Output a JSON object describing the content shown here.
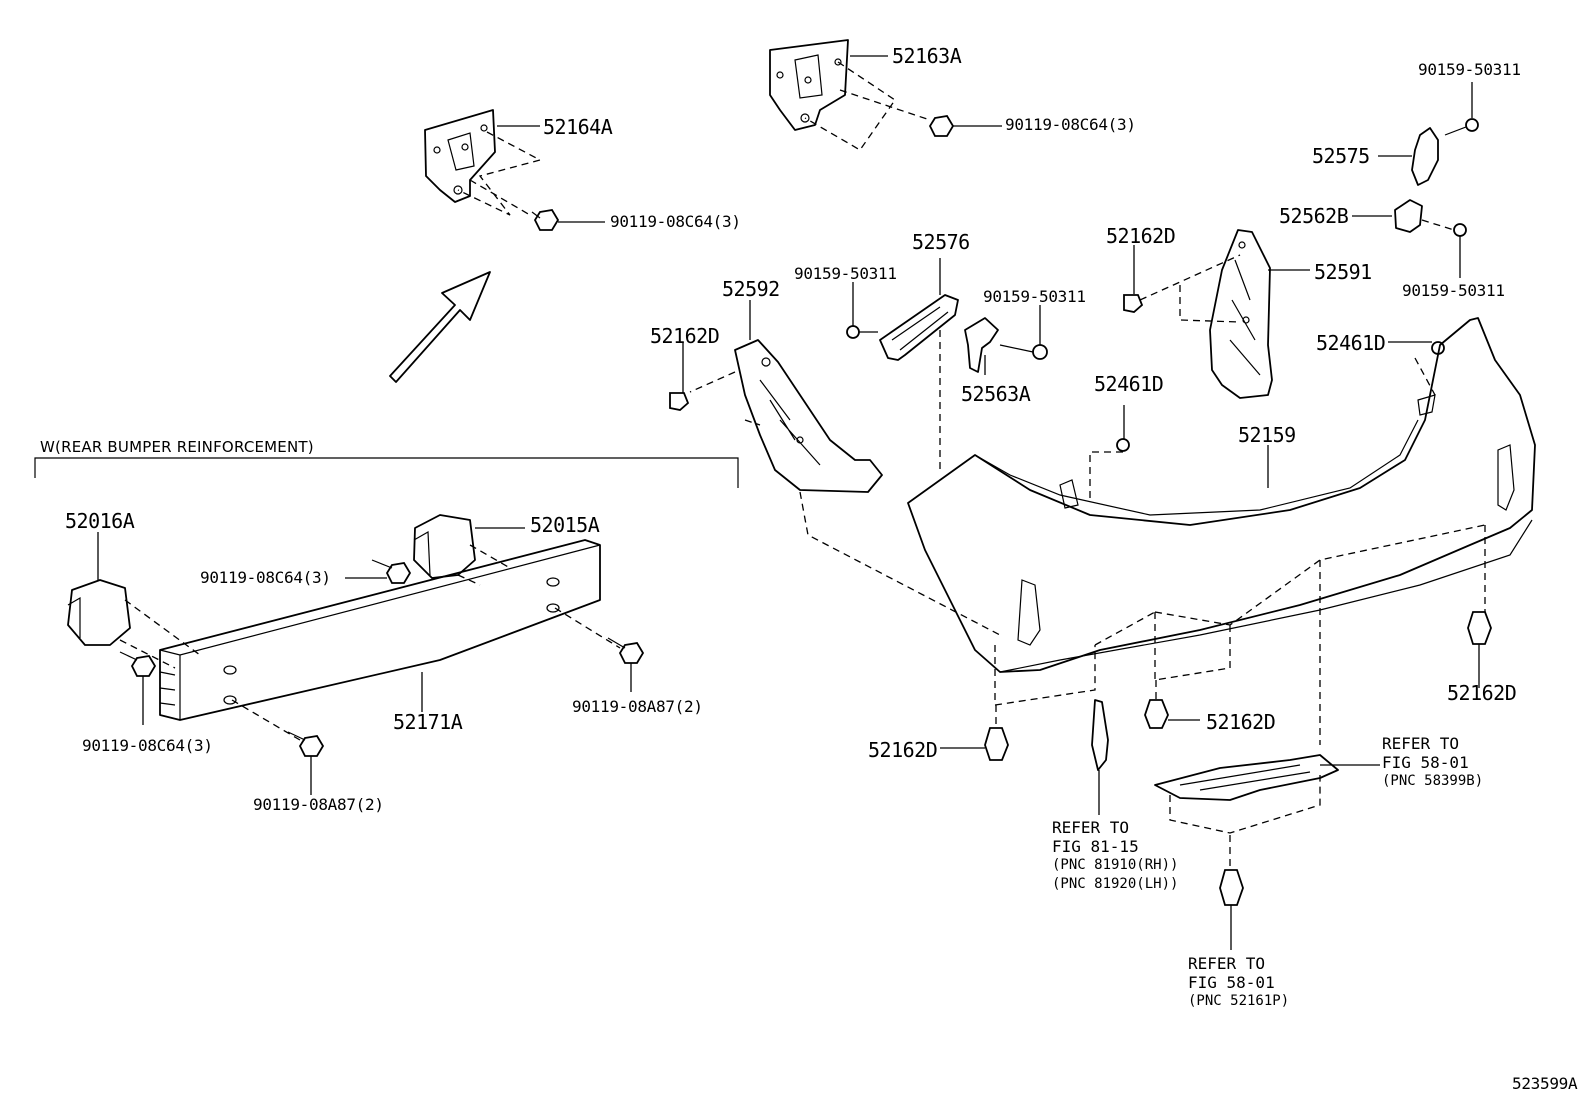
{
  "diagram_id": "523599A",
  "group": {
    "label": "W(REAR BUMPER REINFORCEMENT)"
  },
  "parts": {
    "p52164A": "52164A",
    "p52163A": "52163A",
    "p52576": "52576",
    "p52592": "52592",
    "p52162D_a": "52162D",
    "p52162D_b": "52162D",
    "p52162D_c": "52162D",
    "p52162D_d": "52162D",
    "p52162D_e": "52162D",
    "p52563A": "52563A",
    "p52461D_a": "52461D",
    "p52461D_b": "52461D",
    "p52591": "52591",
    "p52575": "52575",
    "p52562B": "52562B",
    "p52159": "52159",
    "p52016A": "52016A",
    "p52015A": "52015A",
    "p52171A": "52171A"
  },
  "fasteners": {
    "f_08c64_top": "90119-08C64(3)",
    "f_08c64_mid": "90119-08C64(3)",
    "f_08c64_reinf": "90119-08C64(3)",
    "f_08c64_left": "90119-08C64(3)",
    "f_08a87_right": "90119-08A87(2)",
    "f_08a87_bottom": "90119-08A87(2)",
    "f_50311_a": "90159-50311",
    "f_50311_b": "90159-50311",
    "f_50311_c": "90159-50311",
    "f_50311_d": "90159-50311"
  },
  "references": {
    "ref_58399B": {
      "l1": "REFER TO",
      "l2": "FIG 58-01",
      "l3": "(PNC 58399B)"
    },
    "ref_81_15": {
      "l1": "REFER TO",
      "l2": "FIG 81-15",
      "l3": "(PNC 81910(RH))",
      "l4": "(PNC 81920(LH))"
    },
    "ref_52161P": {
      "l1": "REFER TO",
      "l2": "FIG 58-01",
      "l3": "(PNC 52161P)"
    }
  }
}
